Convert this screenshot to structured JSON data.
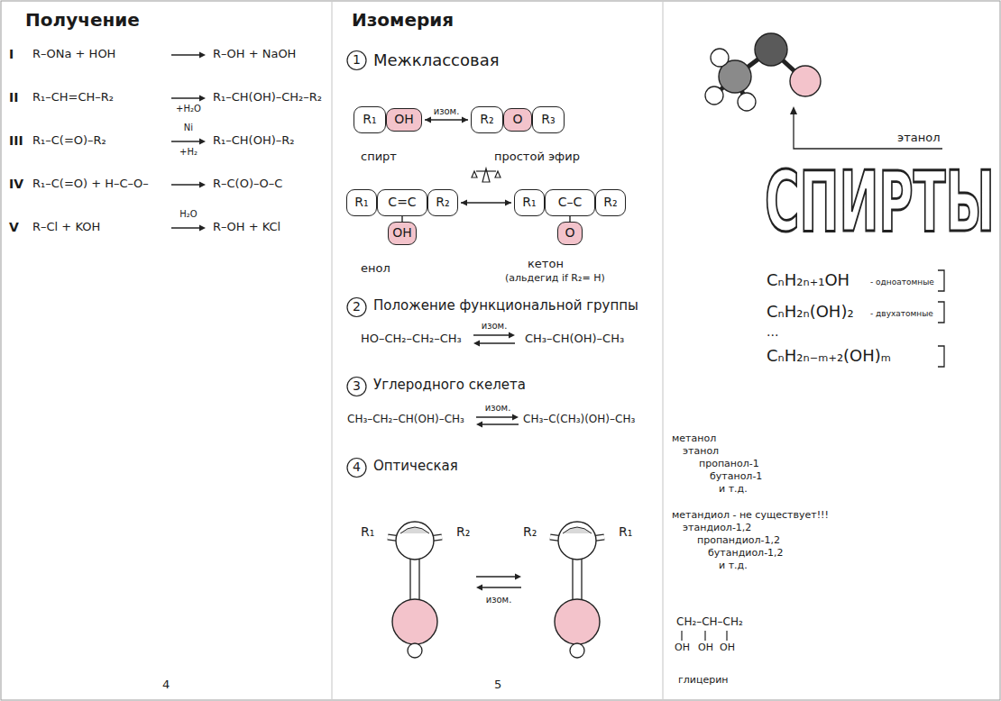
{
  "diagram": {
    "title": "СПИРТЫ",
    "nodes": [
      {
        "text": [
          "R₁"
        ]
      },
      {
        "text": [
          "OH"
        ]
      },
      {
        "text": [
          "R₂"
        ]
      },
      {
        "text": [
          "O"
        ]
      },
      {
        "text": [
          "R₃"
        ]
      },
      {
        "text": [
          "R₁"
        ]
      },
      {
        "text": [
          "C=C"
        ]
      },
      {
        "text": [
          "OH"
        ]
      },
      {
        "text": [
          "R₂"
        ]
      },
      {
        "text": [
          "R₁"
        ]
      },
      {
        "text": [
          "C–C"
        ]
      },
      {
        "text": [
          "O"
        ]
      },
      {
        "text": [
          "R₂"
        ]
      }
    ],
    "edges": [
      {
        "from": 1,
        "to": 2,
        "arrow": "both",
        "label": "изом."
      },
      {
        "from": 8,
        "to": 9,
        "arrow": "both"
      }
    ],
    "labels": [
      "Получение",
      "I",
      "R–ONa + HOH",
      "R–OH + NaOH",
      "II",
      "R₁–CH=CH–R₂",
      "+H₂O",
      "R₁–CH(OH)–CH₂–R₂",
      "III",
      "R₁–C(=O)–R₂",
      "Ni",
      "+H₂",
      "R₁–CH(OH)–R₂",
      "IV",
      "R₁–C(=O) + H–C–O–",
      "R–C(O)–O–C",
      "V",
      "R–Cl + KOH",
      "H₂O",
      "R–OH + KCl",
      "4",
      "Изомерия",
      "1",
      "Межклассовая",
      "спирт",
      "простой эфир",
      "енол",
      "кетон",
      "(альдегид if R₂= H)",
      "2",
      "Положение функциональной группы",
      "HO–CH₂–CH₂–CH₃",
      "изом.",
      "CH₃–CH(OH)–CH₃",
      "3",
      "Углеродного скелета",
      "CH₃–CH₂–CH(OH)–CH₃",
      "изом.",
      "CH₃–C(CH₃)(OH)–CH₃",
      "4",
      "Оптическая",
      "R₁",
      "R₂",
      "изом.",
      "R₂",
      "R₁",
      "5",
      "этанол",
      "CₙH₂ₙ₊₁OH",
      "- одноатомные",
      "CₙH₂ₙ(OH)₂",
      "- двухатомные",
      "...",
      "CₙH₂ₙ₋ₘ₊₂(OH)ₘ",
      "метанол",
      "этанол",
      "пропанол-1",
      "бутанол-1",
      "и т.д.",
      "метандиол - не существует!!!",
      "этандиол-1,2",
      "пропандиол-1,2",
      "бутандиол-1,2",
      "и т.д.",
      "CH₂–CH–CH₂",
      "OH",
      "OH",
      "OH",
      "глицерин"
    ]
  }
}
